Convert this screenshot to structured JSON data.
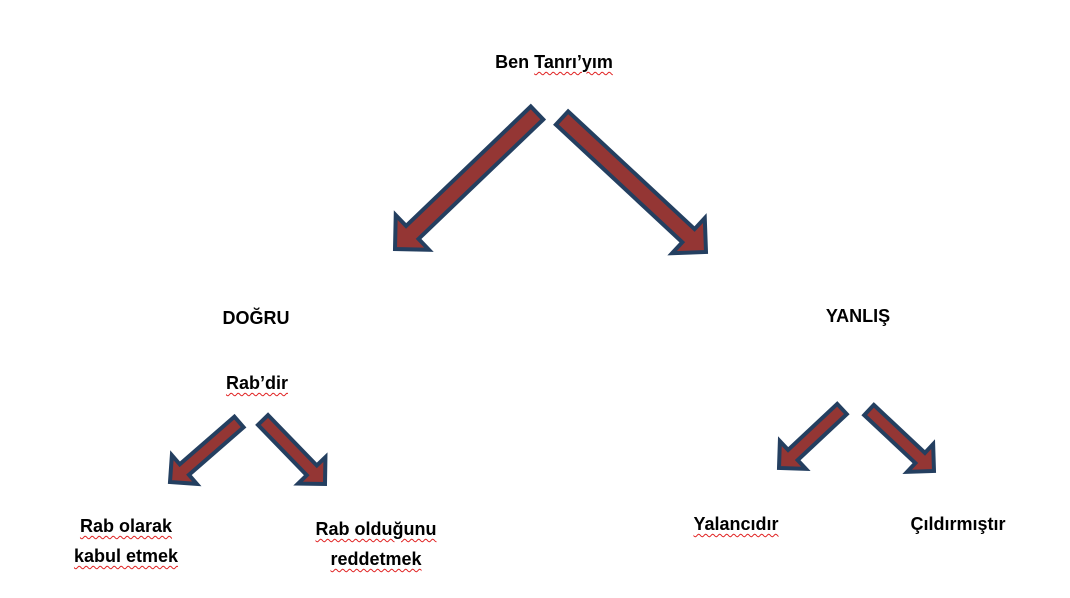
{
  "root": {
    "word1": "Ben",
    "word2": "Tanrı’yım"
  },
  "left": {
    "title": "DOĞRU",
    "subtitle": "Rab’dir",
    "child1": [
      "Rab olarak",
      "kabul etmek"
    ],
    "child2": [
      "Rab olduğunu",
      "reddetmek"
    ]
  },
  "right": {
    "title": "YANLIŞ",
    "child1": "Yalancıdır",
    "child2": "Çıldırmıştır"
  },
  "colors": {
    "arrow_fill": "#943634",
    "arrow_stroke": "#243f60"
  }
}
